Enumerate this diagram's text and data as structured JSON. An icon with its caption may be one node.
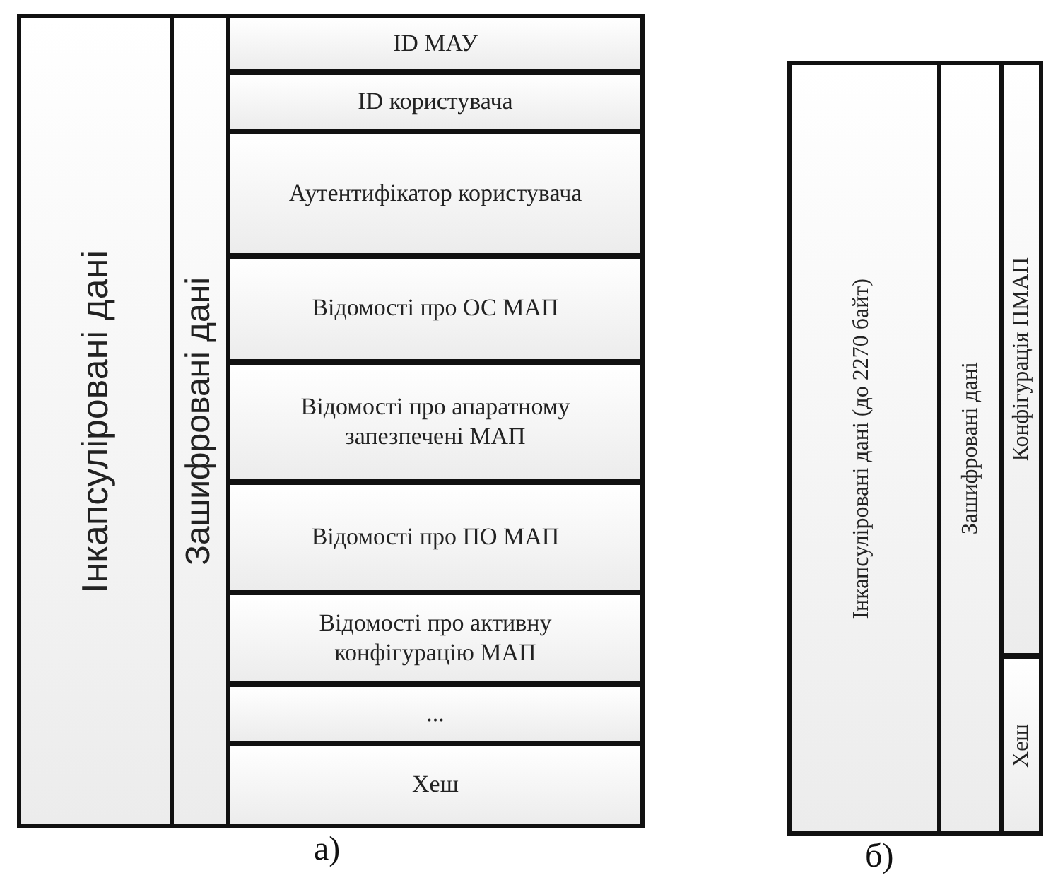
{
  "diagram": {
    "nodes": [
      {
        "text": [
          "Інкапсуліровані дані"
        ]
      },
      {
        "text": [
          "Зашифровані дані"
        ],
        "in": 0
      },
      {
        "text": [
          "ID МАУ"
        ],
        "in": 1
      },
      {
        "text": [
          "ID користувача"
        ],
        "in": 1
      },
      {
        "text": [
          "Аутентифікатор користувача"
        ],
        "in": 1
      },
      {
        "text": [
          "Відомості про ОС МАП"
        ],
        "in": 1
      },
      {
        "text": [
          "Відомості про апаратному запезпечені МАП"
        ],
        "in": 1
      },
      {
        "text": [
          "Відомості про ПО МАП"
        ],
        "in": 1
      },
      {
        "text": [
          "Відомості про активну конфігурацію МАП"
        ],
        "in": 1
      },
      {
        "text": [
          "..."
        ],
        "in": 1
      },
      {
        "text": [
          "Хеш"
        ],
        "in": 1
      },
      {
        "text": [
          "Інкапсуліровані дані (до 2270 байт)"
        ]
      },
      {
        "text": [
          "Зашифровані дані"
        ],
        "in": 11
      },
      {
        "text": [
          "Конфігурація ПМАП"
        ],
        "in": 12
      },
      {
        "text": [
          "Хеш"
        ],
        "in": 12
      }
    ],
    "edges": [],
    "labels": [
      "а)",
      "б)"
    ]
  }
}
